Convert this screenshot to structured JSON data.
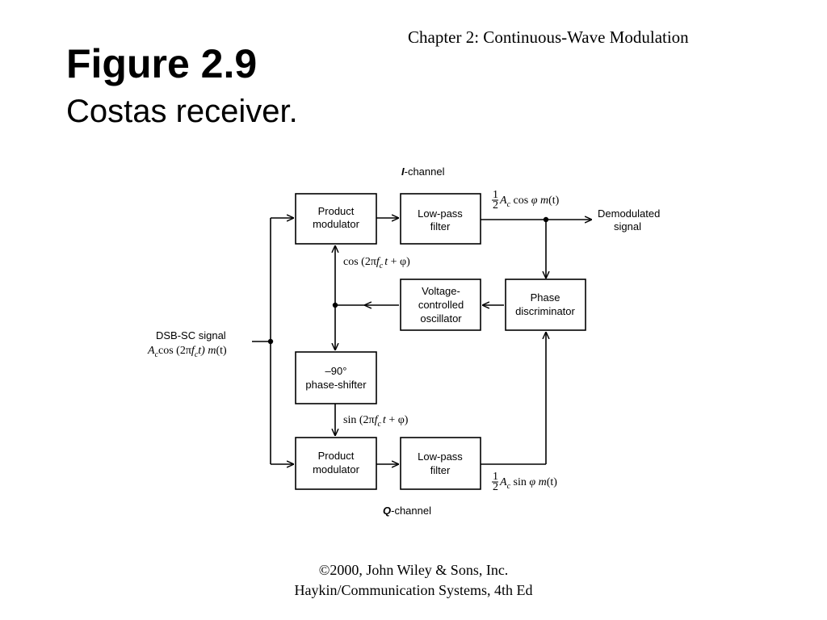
{
  "header": {
    "chapter": "Chapter 2: Continuous-Wave Modulation",
    "figure_number": "Figure 2.9",
    "figure_caption": "Costas receiver."
  },
  "diagram": {
    "i_channel": {
      "prefix": "I",
      "rest": "-channel"
    },
    "q_channel": {
      "prefix": "Q",
      "rest": "-channel"
    },
    "input_label": "DSB-SC signal",
    "input_expr": {
      "a": "A",
      "sub_c": "c",
      "cos": "cos (2π",
      "f": "f",
      "sub_c2": "c",
      "t_close": "t) ",
      "m": "m",
      "t": "(t)"
    },
    "blocks": {
      "product_top": [
        "Product",
        "modulator"
      ],
      "lpf_top": [
        "Low-pass",
        "filter"
      ],
      "vco": [
        "Voltage-",
        "controlled",
        "oscillator"
      ],
      "phase_disc": [
        "Phase",
        "discriminator"
      ],
      "phase_shifter": [
        "–90°",
        "phase-shifter"
      ],
      "product_bottom": [
        "Product",
        "modulator"
      ],
      "lpf_bottom": [
        "Low-pass",
        "filter"
      ]
    },
    "outputs": {
      "demod": [
        "Demodulated",
        "signal"
      ],
      "top_expr": {
        "frac_num": "1",
        "frac_den": "2",
        "a": "A",
        "sub_c": "c",
        "fn": " cos ",
        "phi": "φ",
        "m": " m",
        "t": "(t)"
      },
      "bottom_expr": {
        "frac_num": "1",
        "frac_den": "2",
        "a": "A",
        "sub_c": "c",
        "fn": " sin ",
        "phi": "φ",
        "m": " m",
        "t": "(t)"
      }
    },
    "cos_expr": {
      "fn": "cos (2π",
      "f": "f",
      "sub_c": "c",
      "t": "t",
      "rest": " + φ)"
    },
    "sin_expr": {
      "fn": "sin (2π",
      "f": "f",
      "sub_c": "c",
      "t": "t",
      "rest": " + φ)"
    }
  },
  "footer": {
    "line1": "©2000, John Wiley & Sons, Inc.",
    "line2": "Haykin/Communication Systems, 4th Ed"
  }
}
